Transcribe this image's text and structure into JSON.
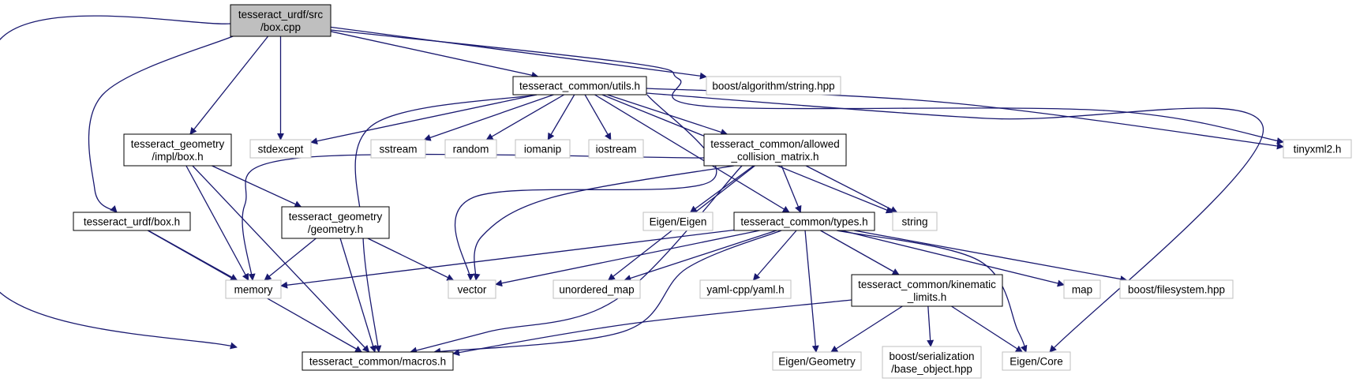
{
  "colors": {
    "edge": "#191970",
    "included_border": "#000000",
    "external_border": "#bfbfbf",
    "root_fill": "#bfbfbf",
    "fill": "#ffffff"
  },
  "nodes": [
    {
      "id": "root",
      "kind": "root",
      "lines": [
        "tesseract_urdf/src",
        "/box.cpp"
      ]
    },
    {
      "id": "utils_h",
      "kind": "included",
      "lines": [
        "tesseract_common/utils.h"
      ]
    },
    {
      "id": "boost_string",
      "kind": "external",
      "lines": [
        "boost/algorithm/string.hpp"
      ]
    },
    {
      "id": "tinyxml2",
      "kind": "external",
      "lines": [
        "tinyxml2.h"
      ]
    },
    {
      "id": "geom_box_h",
      "kind": "included",
      "lines": [
        "tesseract_geometry",
        "/impl/box.h"
      ]
    },
    {
      "id": "stdexcept",
      "kind": "external",
      "lines": [
        "stdexcept"
      ]
    },
    {
      "id": "sstream",
      "kind": "external",
      "lines": [
        "sstream"
      ]
    },
    {
      "id": "random",
      "kind": "external",
      "lines": [
        "random"
      ]
    },
    {
      "id": "iomanip",
      "kind": "external",
      "lines": [
        "iomanip"
      ]
    },
    {
      "id": "iostream",
      "kind": "external",
      "lines": [
        "iostream"
      ]
    },
    {
      "id": "acm_h",
      "kind": "included",
      "lines": [
        "tesseract_common/allowed",
        "_collision_matrix.h"
      ]
    },
    {
      "id": "urdf_box_h",
      "kind": "included",
      "lines": [
        "tesseract_urdf/box.h"
      ]
    },
    {
      "id": "geometry_h",
      "kind": "included",
      "lines": [
        "tesseract_geometry",
        "/geometry.h"
      ]
    },
    {
      "id": "eigen_eigen",
      "kind": "external",
      "lines": [
        "Eigen/Eigen"
      ]
    },
    {
      "id": "types_h",
      "kind": "included",
      "lines": [
        "tesseract_common/types.h"
      ]
    },
    {
      "id": "string",
      "kind": "external",
      "lines": [
        "string"
      ]
    },
    {
      "id": "memory",
      "kind": "external",
      "lines": [
        "memory"
      ]
    },
    {
      "id": "vector",
      "kind": "external",
      "lines": [
        "vector"
      ]
    },
    {
      "id": "unordered_map",
      "kind": "external",
      "lines": [
        "unordered_map"
      ]
    },
    {
      "id": "yaml",
      "kind": "external",
      "lines": [
        "yaml-cpp/yaml.h"
      ]
    },
    {
      "id": "kin_limits_h",
      "kind": "included",
      "lines": [
        "tesseract_common/kinematic",
        "_limits.h"
      ]
    },
    {
      "id": "map",
      "kind": "external",
      "lines": [
        "map"
      ]
    },
    {
      "id": "boost_fs",
      "kind": "external",
      "lines": [
        "boost/filesystem.hpp"
      ]
    },
    {
      "id": "macros_h",
      "kind": "included",
      "lines": [
        "tesseract_common/macros.h"
      ]
    },
    {
      "id": "eigen_geometry",
      "kind": "external",
      "lines": [
        "Eigen/Geometry"
      ]
    },
    {
      "id": "boost_serial",
      "kind": "external",
      "lines": [
        "boost/serialization",
        "/base_object.hpp"
      ]
    },
    {
      "id": "eigen_core",
      "kind": "external",
      "lines": [
        "Eigen/Core"
      ]
    }
  ],
  "edges": [
    [
      "root",
      "macros_h"
    ],
    [
      "root",
      "urdf_box_h"
    ],
    [
      "root",
      "geom_box_h"
    ],
    [
      "root",
      "stdexcept"
    ],
    [
      "root",
      "utils_h"
    ],
    [
      "root",
      "boost_string"
    ],
    [
      "root",
      "tinyxml2"
    ],
    [
      "utils_h",
      "stdexcept"
    ],
    [
      "utils_h",
      "macros_h"
    ],
    [
      "utils_h",
      "sstream"
    ],
    [
      "utils_h",
      "random"
    ],
    [
      "utils_h",
      "iomanip"
    ],
    [
      "utils_h",
      "iostream"
    ],
    [
      "utils_h",
      "vector"
    ],
    [
      "utils_h",
      "acm_h"
    ],
    [
      "utils_h",
      "types_h"
    ],
    [
      "utils_h",
      "string"
    ],
    [
      "utils_h",
      "tinyxml2"
    ],
    [
      "utils_h",
      "eigen_core"
    ],
    [
      "geom_box_h",
      "macros_h"
    ],
    [
      "geom_box_h",
      "memory"
    ],
    [
      "geom_box_h",
      "geometry_h"
    ],
    [
      "urdf_box_h",
      "memory"
    ],
    [
      "urdf_box_h",
      "macros_h"
    ],
    [
      "geometry_h",
      "memory"
    ],
    [
      "geometry_h",
      "vector"
    ],
    [
      "geometry_h",
      "macros_h"
    ],
    [
      "acm_h",
      "memory"
    ],
    [
      "acm_h",
      "vector"
    ],
    [
      "acm_h",
      "macros_h"
    ],
    [
      "acm_h",
      "unordered_map"
    ],
    [
      "acm_h",
      "eigen_eigen"
    ],
    [
      "acm_h",
      "types_h"
    ],
    [
      "acm_h",
      "string"
    ],
    [
      "types_h",
      "memory"
    ],
    [
      "types_h",
      "vector"
    ],
    [
      "types_h",
      "unordered_map"
    ],
    [
      "types_h",
      "yaml"
    ],
    [
      "types_h",
      "kin_limits_h"
    ],
    [
      "types_h",
      "map"
    ],
    [
      "types_h",
      "boost_fs"
    ],
    [
      "types_h",
      "macros_h"
    ],
    [
      "types_h",
      "eigen_geometry"
    ],
    [
      "types_h",
      "eigen_core"
    ],
    [
      "kin_limits_h",
      "macros_h"
    ],
    [
      "kin_limits_h",
      "eigen_geometry"
    ],
    [
      "kin_limits_h",
      "boost_serial"
    ],
    [
      "kin_limits_h",
      "eigen_core"
    ]
  ]
}
